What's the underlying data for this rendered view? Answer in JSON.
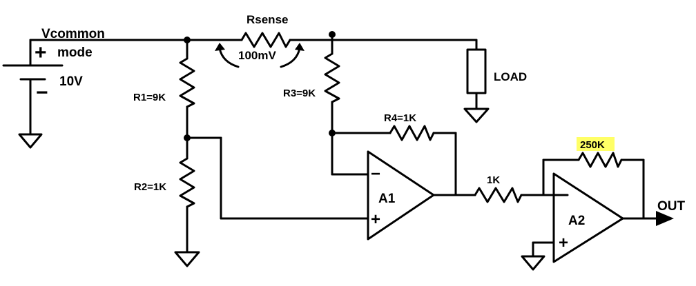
{
  "source": {
    "label_line1": "Vcommon",
    "label_line2": "mode",
    "voltage": "10V",
    "plus_sign": "+",
    "minus_sign": "−"
  },
  "resistors": {
    "rsense": {
      "name": "Rsense",
      "drop": "100mV"
    },
    "r1": "R1=9K",
    "r2": "R2=1K",
    "r3": "R3=9K",
    "r4": "R4=1K",
    "rin2": "1K",
    "rf2": "250K"
  },
  "load": "LOAD",
  "amplifiers": {
    "a1": {
      "label": "A1",
      "minus": "−",
      "plus": "+"
    },
    "a2": {
      "label": "A2",
      "minus": "−",
      "plus": "+"
    }
  },
  "output": "OUT",
  "colors": {
    "wire": "#000000",
    "highlight": "#ffff66",
    "background": "#ffffff"
  }
}
